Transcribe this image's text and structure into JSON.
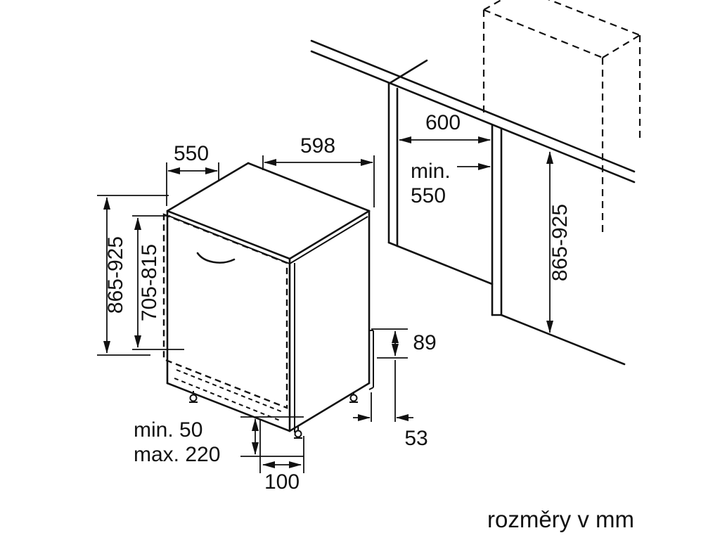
{
  "caption": "rozměry v mm",
  "diagram": {
    "type": "built-in dishwasher installation dimensions",
    "unit": "mm",
    "colors": {
      "line": "#111111",
      "background": "#ffffff"
    },
    "labels": {
      "appliance_depth": "550",
      "appliance_width": "598",
      "appliance_height": "865-925",
      "door_panel_height": "705-815",
      "niche_width": "600",
      "niche_depth_line1": "min.",
      "niche_depth_line2": "550",
      "niche_height": "865-925",
      "rear_step_height": "89",
      "rear_step_depth": "53",
      "plinth_min": "min. 50",
      "plinth_max": "max. 220",
      "base_recess_depth": "100"
    }
  }
}
